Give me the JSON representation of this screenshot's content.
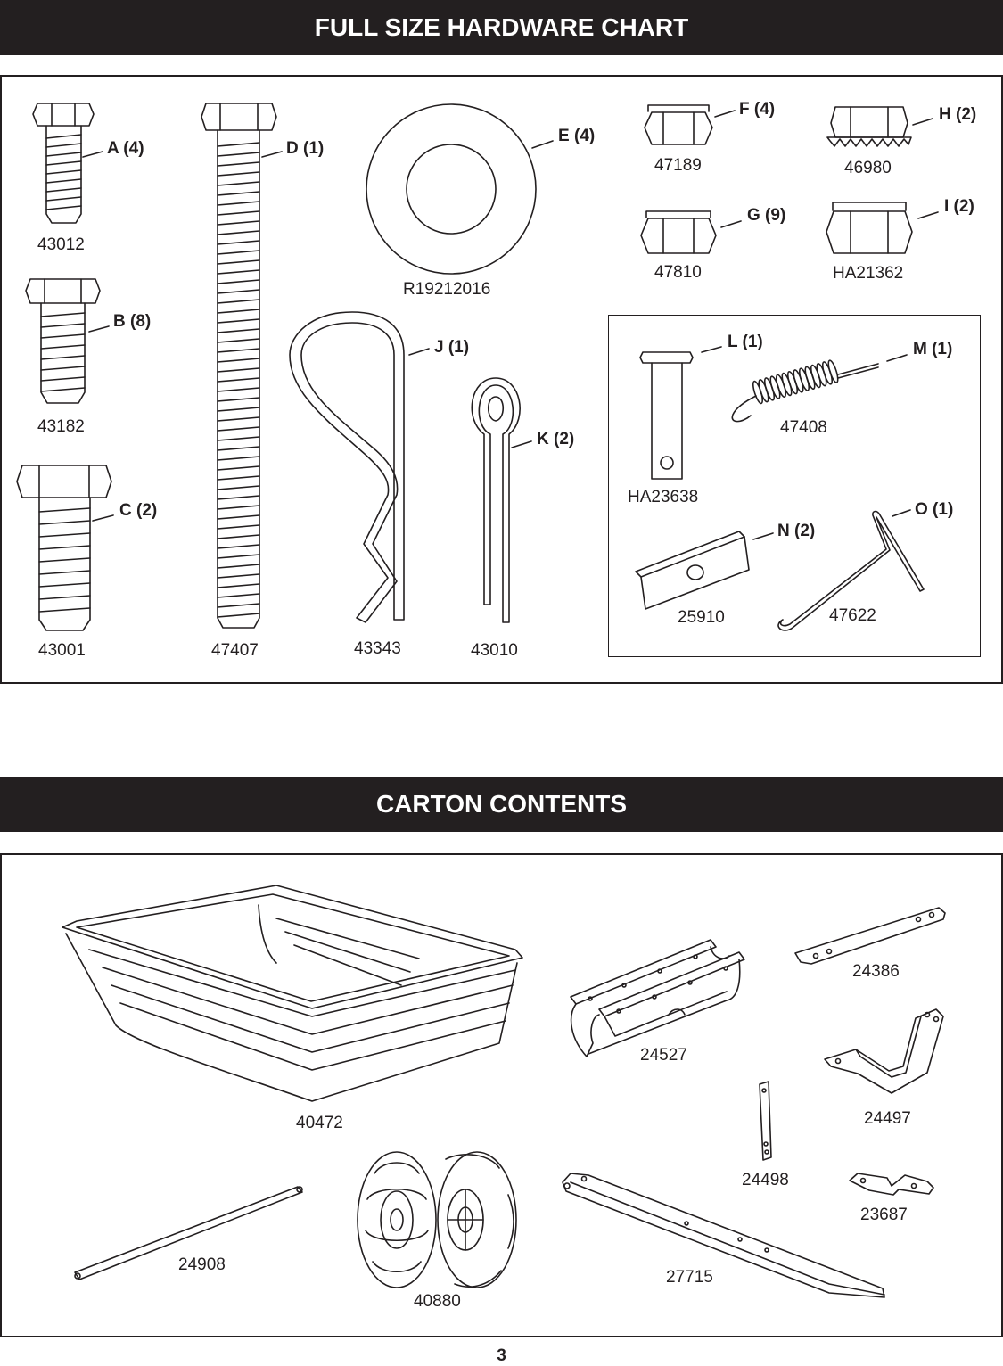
{
  "hardware_title": "FULL SIZE HARDWARE CHART",
  "carton_title": "CARTON CONTENTS",
  "page_number": "3",
  "hardware": {
    "A": {
      "label": "A (4)",
      "part": "43012"
    },
    "B": {
      "label": "B (8)",
      "part": "43182"
    },
    "C": {
      "label": "C (2)",
      "part": "43001"
    },
    "D": {
      "label": "D (1)",
      "part": "47407"
    },
    "E": {
      "label": "E (4)",
      "part": "R19212016"
    },
    "F": {
      "label": "F (4)",
      "part": "47189"
    },
    "G": {
      "label": "G (9)",
      "part": "47810"
    },
    "H": {
      "label": "H (2)",
      "part": "46980"
    },
    "I": {
      "label": "I (2)",
      "part": "HA21362"
    },
    "J": {
      "label": "J (1)",
      "part": "43343"
    },
    "K": {
      "label": "K (2)",
      "part": "43010"
    },
    "L": {
      "label": "L (1)",
      "part": "HA23638"
    },
    "M": {
      "label": "M (1)",
      "part": "47408"
    },
    "N": {
      "label": "N (2)",
      "part": "25910"
    },
    "O": {
      "label": "O (1)",
      "part": "47622"
    }
  },
  "carton": {
    "tub": "40472",
    "frame": "24527",
    "strap": "24386",
    "bracket": "24497",
    "link": "24498",
    "clip": "23687",
    "axle": "24908",
    "wheels": "40880",
    "handle": "27715"
  }
}
